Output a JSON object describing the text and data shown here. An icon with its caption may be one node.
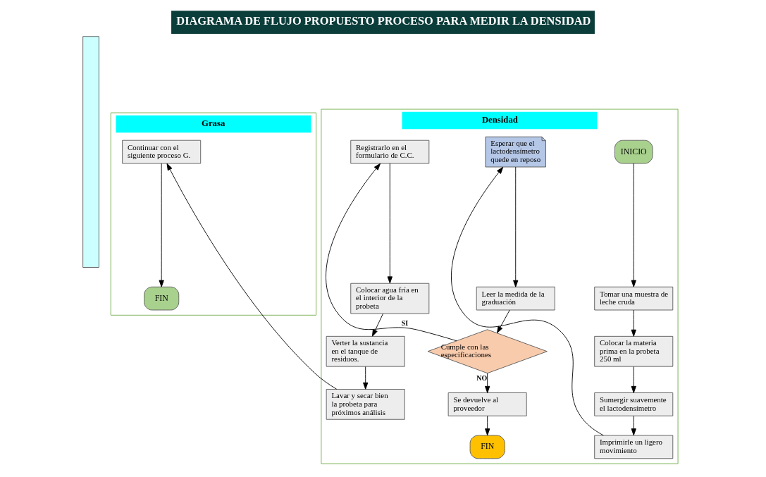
{
  "diagram": {
    "title": "DIAGRAMA DE FLUJO PROPUESTO PROCESO PARA MEDIR LA DENSIDAD",
    "nodes": [
      {
        "text": [
          "Densidad"
        ]
      },
      {
        "text": [
          "INICIO"
        ],
        "in": 0
      },
      {
        "text": [
          "Tomar una muestra de leche cruda"
        ],
        "in": 0
      },
      {
        "text": [
          "Colocar la materia prima en la probeta 250 ml"
        ],
        "in": 0
      },
      {
        "text": [
          "Sumergir suavemente el lactodensímetro"
        ],
        "in": 0
      },
      {
        "text": [
          "Imprimirle un ligero movimiento"
        ],
        "in": 0
      },
      {
        "text": [
          "Esperar que el lactodensímetro quede en reposo"
        ],
        "in": 0
      },
      {
        "text": [
          "Leer la medida de la graduación"
        ],
        "in": 0
      },
      {
        "text": [
          "Cumple con las especificaciones"
        ],
        "in": 0
      },
      {
        "text": [
          "Se devuelve al proveedor"
        ],
        "in": 0
      },
      {
        "text": [
          "FIN"
        ],
        "in": 0
      },
      {
        "text": [
          "Registrarlo en el formulario de C.C."
        ],
        "in": 0
      },
      {
        "text": [
          "Colocar agua fría en el interior de la probeta"
        ],
        "in": 0
      },
      {
        "text": [
          "Verter la sustancia en el tanque de residuos."
        ],
        "in": 0
      },
      {
        "text": [
          "Lavar y secar bien la probeta para próximos análisis"
        ],
        "in": 0
      },
      {
        "text": [
          "Grasa"
        ]
      },
      {
        "text": [
          "Continuar con el siguiente proceso G."
        ],
        "in": 15
      },
      {
        "text": [
          "FIN"
        ],
        "in": 15
      },
      {
        "text": [],
        "shape": "bar"
      }
    ],
    "edges": [
      {
        "from": 1,
        "to": 2,
        "arrow": "to"
      },
      {
        "from": 2,
        "to": 3,
        "arrow": "to"
      },
      {
        "from": 3,
        "to": 4,
        "arrow": "to"
      },
      {
        "from": 4,
        "to": 5,
        "arrow": "to"
      },
      {
        "from": 5,
        "to": 6,
        "arrow": "to"
      },
      {
        "from": 6,
        "to": 7,
        "arrow": "to"
      },
      {
        "from": 7,
        "to": 8,
        "arrow": "to"
      },
      {
        "from": 8,
        "to": 11,
        "arrow": "to",
        "label": "SI"
      },
      {
        "from": 8,
        "to": 9,
        "arrow": "to",
        "label": "NO"
      },
      {
        "from": 9,
        "to": 10,
        "arrow": "to"
      },
      {
        "from": 11,
        "to": 12,
        "arrow": "to"
      },
      {
        "from": 12,
        "to": 13,
        "arrow": "to"
      },
      {
        "from": 13,
        "to": 14,
        "arrow": "to"
      },
      {
        "from": 14,
        "to": 16,
        "arrow": "to"
      },
      {
        "from": 16,
        "to": 17,
        "arrow": "to"
      }
    ]
  }
}
